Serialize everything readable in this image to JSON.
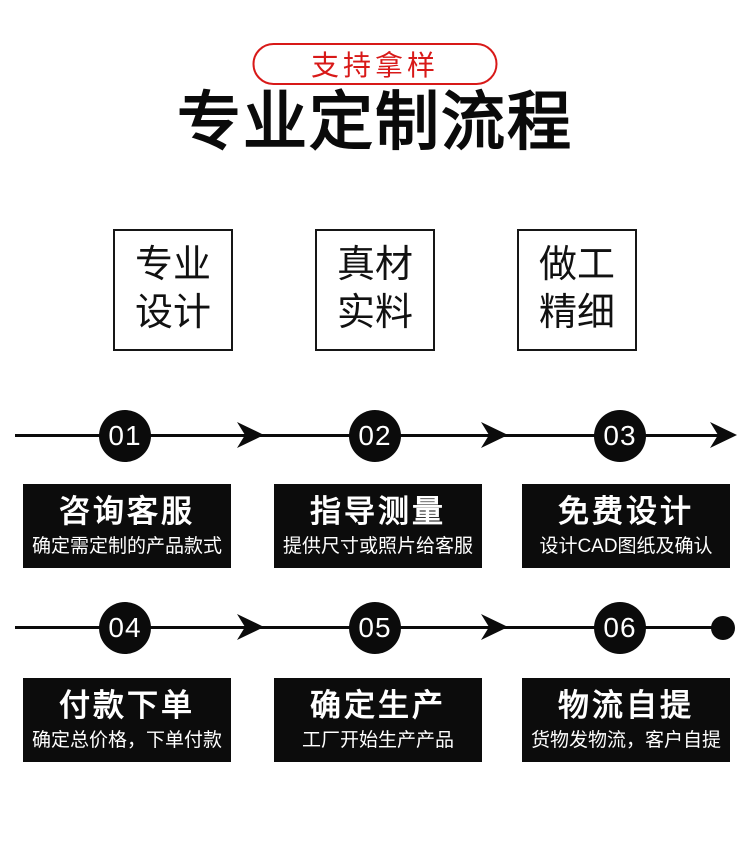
{
  "badge": {
    "label": "支持拿样"
  },
  "title": "专业定制流程",
  "features": [
    {
      "line1": "专业",
      "line2": "设计"
    },
    {
      "line1": "真材",
      "line2": "实料"
    },
    {
      "line1": "做工",
      "line2": "精细"
    }
  ],
  "steps": [
    {
      "num": "01",
      "title": "咨询客服",
      "desc": "确定需定制的产品款式"
    },
    {
      "num": "02",
      "title": "指导测量",
      "desc": "提供尺寸或照片给客服"
    },
    {
      "num": "03",
      "title": "免费设计",
      "desc": "设计CAD图纸及确认"
    },
    {
      "num": "04",
      "title": "付款下单",
      "desc": "确定总价格，下单付款"
    },
    {
      "num": "05",
      "title": "确定生产",
      "desc": "工厂开始生产产品"
    },
    {
      "num": "06",
      "title": "物流自提",
      "desc": "货物发物流，客户自提"
    }
  ],
  "colors": {
    "accent_red": "#d81918",
    "black": "#0c0c0c",
    "white": "#ffffff"
  }
}
